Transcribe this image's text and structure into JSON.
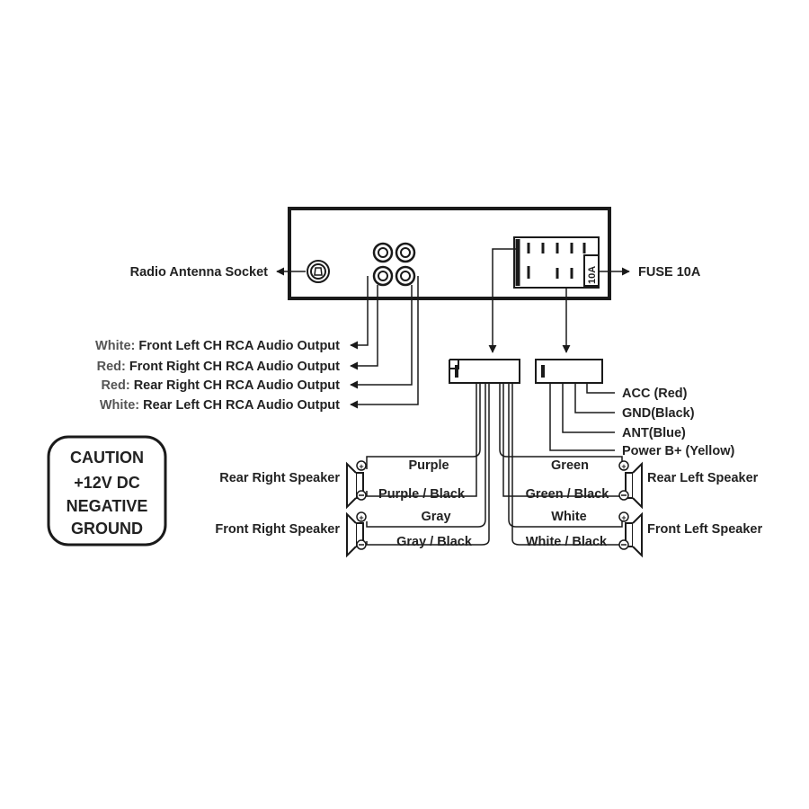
{
  "unit": {
    "antenna_label": "Radio Antenna Socket",
    "fuse_label": "FUSE 10A",
    "fuse_mark": "10A"
  },
  "rca_outputs": [
    {
      "color": "White:",
      "text": " Front Left CH RCA Audio Output"
    },
    {
      "color": "Red:",
      "text": " Front Right CH RCA Audio Output"
    },
    {
      "color": "Red:",
      "text": " Rear Right CH RCA Audio Output"
    },
    {
      "color": "White:",
      "text": " Rear Left CH RCA Audio Output"
    }
  ],
  "power_connector": {
    "wires": [
      "ACC (Red)",
      "GND(Black)",
      "ANT(Blue)",
      "Power B+ (Yellow)"
    ]
  },
  "caution": {
    "lines": [
      "CAUTION",
      "+12V DC",
      "NEGATIVE",
      "GROUND"
    ]
  },
  "speakers": {
    "rear_right": {
      "label": "Rear Right Speaker",
      "positive_wire": "Purple",
      "negative_wire": "Purple / Black"
    },
    "front_right": {
      "label": "Front Right Speaker",
      "positive_wire": "Gray",
      "negative_wire": "Gray / Black"
    },
    "rear_left": {
      "label": "Rear Left Speaker",
      "positive_wire": "Green",
      "negative_wire": "Green / Black"
    },
    "front_left": {
      "label": "Front Left Speaker",
      "positive_wire": "White",
      "negative_wire": "White / Black"
    }
  },
  "colors": {
    "ink": "#1a1a1a",
    "faded_text": "#555555",
    "background": "#ffffff"
  }
}
